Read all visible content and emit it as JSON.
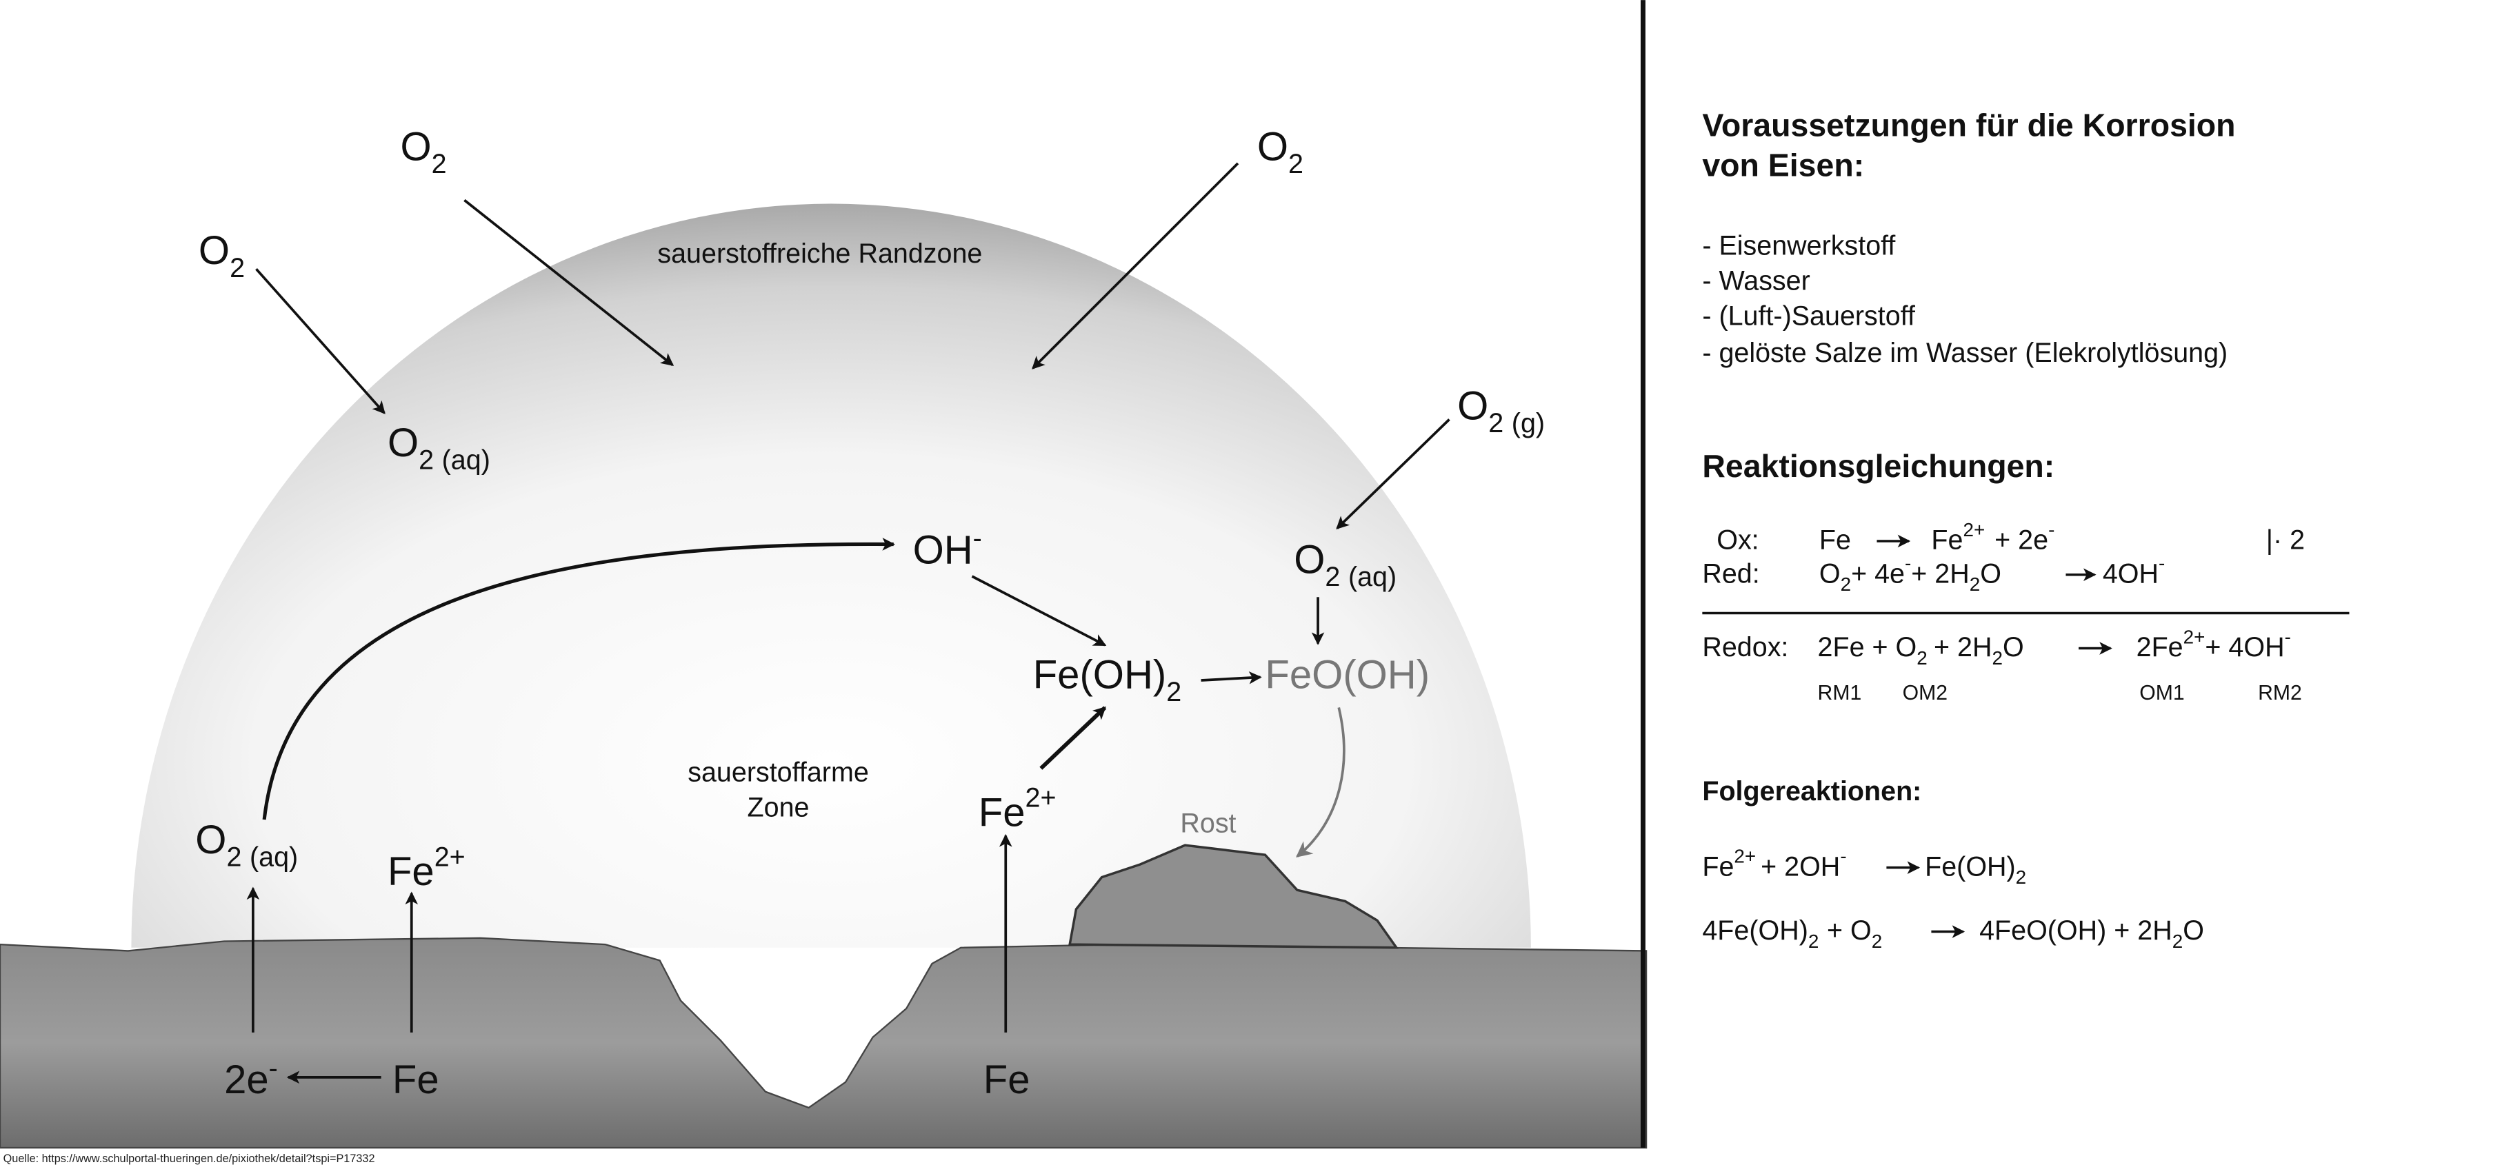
{
  "diagram": {
    "o2_top_left": {
      "base": "O",
      "sub": "2"
    },
    "o2_top_right": {
      "base": "O",
      "sub": "2"
    },
    "o2_left": {
      "base": "O",
      "sub": "2"
    },
    "o2_aq_left_upper": {
      "base": "O",
      "sub": "2",
      "state": "(aq)"
    },
    "o2_g_right": {
      "base": "O",
      "sub": "2",
      "state": "(g)"
    },
    "o2_aq_right": {
      "base": "O",
      "sub": "2",
      "state": "(aq)"
    },
    "o2_aq_bottom_left": {
      "base": "O",
      "sub": "2",
      "state": "(aq)"
    },
    "rich_zone": "sauerstoffreiche Randzone",
    "poor_zone_line1": "sauerstoffarme",
    "poor_zone_line2": "Zone",
    "oh": {
      "base": "OH",
      "sup": "-"
    },
    "feoh2": {
      "base": "Fe(OH)",
      "sub": "2"
    },
    "feooh": "FeO(OH)",
    "rost": "Rost",
    "fe2_left": {
      "base": "Fe",
      "sup": "2+"
    },
    "fe2_mid": {
      "base": "Fe",
      "sup": "2+"
    },
    "electrons": {
      "base": "2e",
      "sup": "-"
    },
    "fe_left": "Fe",
    "fe_mid": "Fe",
    "source": "Quelle: https://www.schulportal-thueringen.de/pixiothek/detail?tspi=P17332"
  },
  "panel": {
    "heading_line1": "Voraussetzungen für die Korrosion",
    "heading_line2": "von Eisen:",
    "requirements": [
      "- Eisenwerkstoff",
      "- Wasser",
      "- (Luft-)Sauerstoff",
      "- gelöste Salze im Wasser (Elekrolytlösung)"
    ],
    "reactions_heading": "Reaktionsgleichungen:",
    "ox": {
      "label": "Ox:",
      "lhs": "Fe",
      "rhs_base": "Fe",
      "rhs_sup": "2+",
      "rhs_rest": "+ 2e",
      "rhs_rest_sup": "-",
      "factor": "|· 2"
    },
    "red": {
      "label": "Red:",
      "o": "O",
      "o_sub": "2",
      "p1": "+  4e",
      "p1_sup": "-",
      "p2": "+ 2H",
      "h_sub": "2",
      "p3": "O",
      "rhs": "4OH",
      "rhs_sup": "-"
    },
    "redox": {
      "label": "Redox:",
      "lhs1": "2Fe + O",
      "sub1": "2",
      "lhs2": "+ 2H",
      "sub2": "2",
      "lhs3": "O",
      "rhs1": "2Fe",
      "sup1": "2+",
      "rhs2": "+ 4OH",
      "sup2": "-"
    },
    "roles": [
      "RM1",
      "OM2",
      "OM1",
      "RM2"
    ],
    "follow_heading": "Folgereaktionen:",
    "follow1": {
      "a": "Fe",
      "a_sup": "2+",
      "b": "+ 2OH",
      "b_sup": "-",
      "c": "Fe(OH)",
      "c_sub": "2"
    },
    "follow2": {
      "a": "4Fe(OH)",
      "a_sub": "2",
      "b": "+ O",
      "b_sub": "2",
      "c": "4FeO(OH) + 2H",
      "c_sub": "2",
      "d": "O"
    }
  }
}
